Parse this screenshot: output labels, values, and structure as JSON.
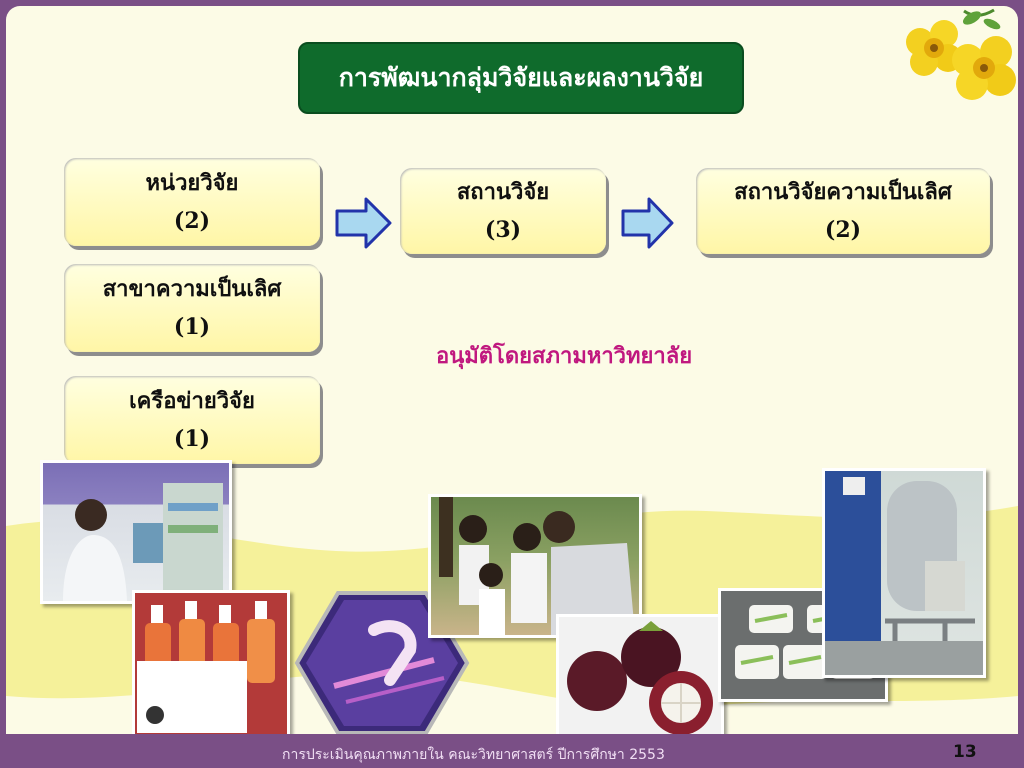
{
  "title": "การพัฒนากลุ่มวิจัยและผลงานวิจัย",
  "boxes": {
    "research_unit": {
      "label": "หน่วยวิจัย",
      "count": "(2)"
    },
    "excellence_branch": {
      "label": "สาขาความเป็นเลิศ",
      "count": "(1)"
    },
    "research_network": {
      "label": "เครือข่ายวิจัย",
      "count": "(1)"
    },
    "research_institute": {
      "label": "สถานวิจัย",
      "count": "(3)"
    },
    "excellence_institute": {
      "label": "สถานวิจัยความเป็นเลิศ",
      "count": "(2)"
    }
  },
  "approval_note": "อนุมัติโดยสภามหาวิทยาลัย",
  "footer": {
    "text": "การประเมินคุณภาพภายใน คณะวิทยาศาสตร์ ปีการศึกษา 2553",
    "page_number": "13"
  },
  "colors": {
    "frame": "#7a4f86",
    "title_bg": "#0f6b2c",
    "box_bg": "#fff6a6",
    "arrow_fill": "#a9d8f0",
    "arrow_stroke": "#2233aa",
    "approval_text": "#c0187f"
  }
}
